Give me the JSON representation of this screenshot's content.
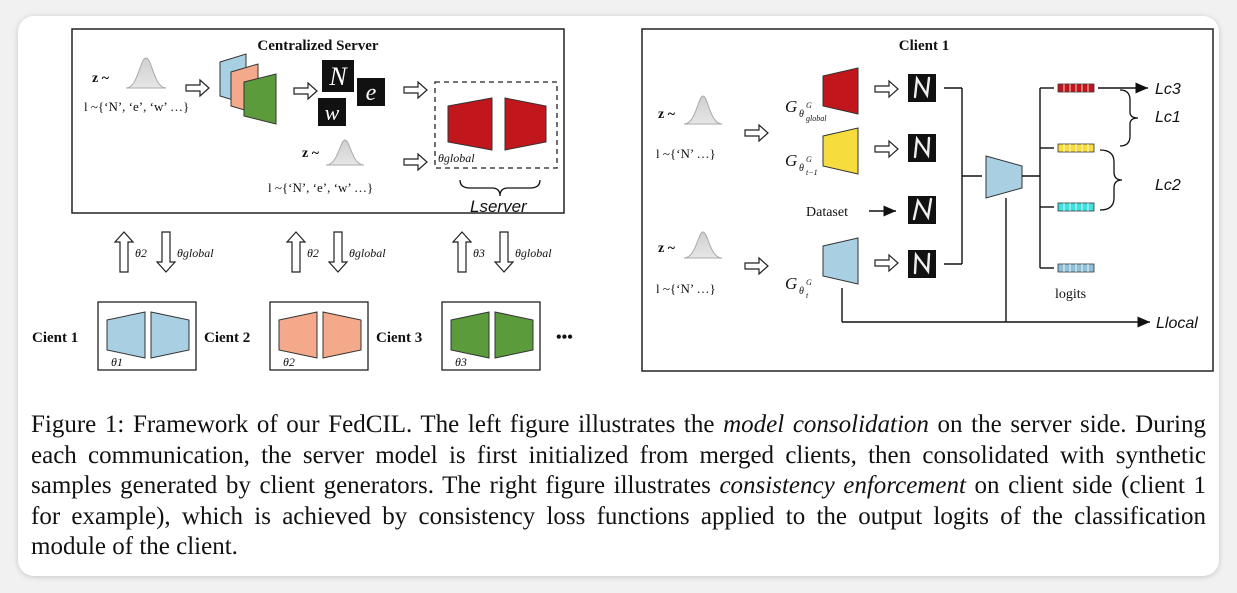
{
  "left_panel": {
    "title": "Centralized Server",
    "z_label": "z ~",
    "l_label_1": "l ~{‘N’, ‘e’, ‘w’ …}",
    "l_label_2": "l ~{‘N’, ‘e’, ‘w’ …}",
    "theta_global": "θglobal",
    "l_server": "Lserver",
    "arrows": [
      {
        "up": "θ2",
        "down": "θglobal"
      },
      {
        "up": "θ2",
        "down": "θglobal"
      },
      {
        "up": "θ3",
        "down": "θglobal"
      }
    ],
    "clients": [
      {
        "name": "Cient 1",
        "theta": "θ1",
        "color": "#a8cfe2"
      },
      {
        "name": "Cient 2",
        "theta": "θ2",
        "color": "#f4a98a"
      },
      {
        "name": "Cient 3",
        "theta": "θ3",
        "color": "#5c9b3c"
      }
    ],
    "more": "•••",
    "digits": [
      "N",
      "e",
      "w"
    ]
  },
  "right_panel": {
    "title": "Client 1",
    "z_label": "z ~",
    "l_label": "l ~{‘N’ …}",
    "g_global": "G",
    "g_prev": "G",
    "g_t": "G",
    "dataset": "Dataset",
    "logits": "logits",
    "losses": [
      "Lc3",
      "Lc1",
      "Lc2",
      "Llocal"
    ],
    "colors": {
      "global": "#c1161b",
      "prev": "#f7dc3e",
      "current": "#a8cfe2"
    }
  },
  "caption": {
    "p1": "Figure 1:  Framework of our FedCIL. The left figure illustrates the ",
    "em1": "model consolidation",
    "p2": " on the server side.  During each communication, the server model is first initialized from merged clients, then consolidated with synthetic samples generated by client generators. The right figure illustrates ",
    "em2": "consistency enforcement",
    "p3": " on client side (client 1 for example), which is achieved by consistency loss functions applied to the output logits of the classification module of the client."
  }
}
